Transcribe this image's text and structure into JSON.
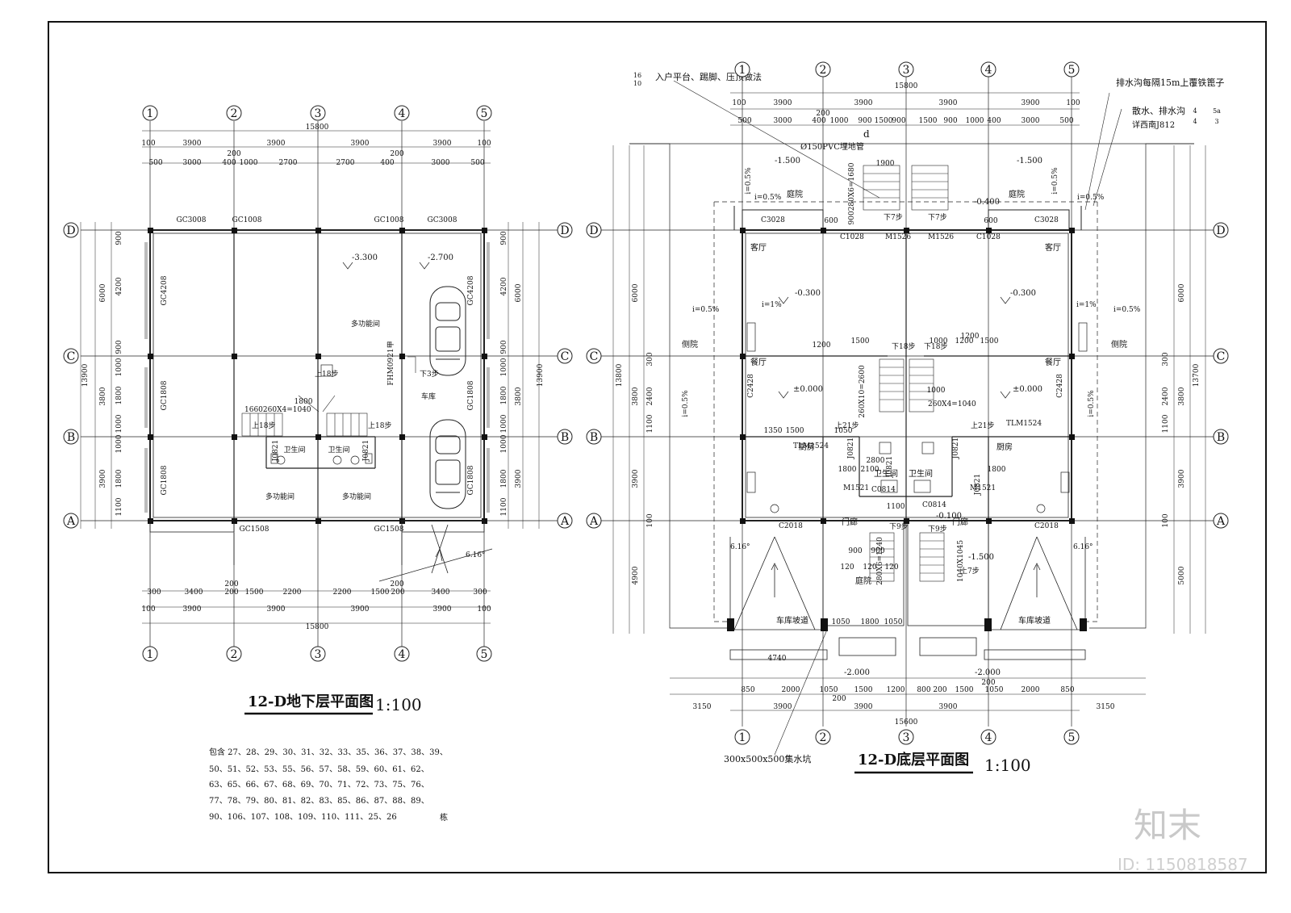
{
  "axes_numbers": [
    "1",
    "2",
    "3",
    "4",
    "5"
  ],
  "axes_letters": [
    "D",
    "C",
    "B",
    "A"
  ],
  "basement": {
    "title": "12-D地下层平面图",
    "scale": "1:100",
    "top_total": "15800",
    "top_row1": [
      "100",
      "3900",
      "3900",
      "3900",
      "3900",
      "100"
    ],
    "top_row2": [
      "500",
      "3000",
      "400",
      "1000",
      "2700",
      "2700",
      "400",
      "3000",
      "500"
    ],
    "top_mid_200a": "200",
    "top_mid_200b": "200",
    "bottom_row1": [
      "300",
      "3400",
      "200",
      "1500",
      "2200",
      "2200",
      "1500",
      "200",
      "3400",
      "300"
    ],
    "bottom_row2": [
      "100",
      "3900",
      "3900",
      "3900",
      "3900",
      "100"
    ],
    "bottom_total": "15800",
    "bottom_200a": "200",
    "bottom_200b": "200",
    "left_total": "13900",
    "left_dims_outer": [
      "6000",
      "3800",
      "3900"
    ],
    "left_dims_inner": [
      "900",
      "4200",
      "900",
      "1000",
      "1800",
      "1000",
      "1000",
      "1800",
      "1100"
    ],
    "right_total": "13900",
    "right_dims_outer": [
      "6000",
      "3800",
      "3900"
    ],
    "right_dims_inner": [
      "900",
      "4200",
      "900",
      "1000",
      "1800",
      "1000",
      "1000",
      "1800",
      "1100"
    ],
    "windows": [
      "GC3008",
      "GC1008",
      "GC1008",
      "GC3008",
      "GC4208",
      "GC4208",
      "GC1808",
      "GC1808",
      "GC1808",
      "GC1808",
      "GC1508",
      "GC1508"
    ],
    "rooms": [
      "多功能间",
      "车库",
      "卫生间",
      "卫生间",
      "多功能间",
      "多功能间"
    ],
    "levels": [
      "-3.300",
      "-2.700"
    ],
    "stair_note": "1660260X4=1040",
    "stair_1800": "1800",
    "steps": [
      "上18步",
      "上18步",
      "上18步",
      "下3步"
    ],
    "doors": [
      "FHM0921甲",
      "J0821",
      "J0821"
    ],
    "slope": "6.16°",
    "building_list_1": "包含 27、28、29、30、31、32、33、35、36、37、38、39、",
    "building_list_2": "50、51、52、53、55、56、57、58、59、60、61、62、",
    "building_list_3": "63、65、66、67、68、69、70、71、72、73、75、76、",
    "building_list_4": "77、78、79、80、81、82、83、85、86、87、88、89、",
    "building_list_5": "90、106、107、108、109、110、111、25、26",
    "building_unit": "栋"
  },
  "ground": {
    "title": "12-D底层平面图",
    "scale": "1:100",
    "top_total": "15800",
    "top_row1": [
      "100",
      "3900",
      "3900",
      "3900",
      "3900",
      "100"
    ],
    "top_row2": [
      "500",
      "3000",
      "400",
      "1000",
      "900",
      "1500",
      "900",
      "1500",
      "900",
      "1000",
      "400",
      "3000",
      "500"
    ],
    "top_200": "200",
    "bottom_row1": [
      "850",
      "2000",
      "1050",
      "1500",
      "1200",
      "800",
      "200",
      "1500",
      "1050",
      "2000",
      "850"
    ],
    "bottom_row2": [
      "3150",
      "3900",
      "3900",
      "3900",
      "3150"
    ],
    "bottom_total": "15600",
    "bottom_200a": "200",
    "bottom_200b": "200",
    "left_total": "13800",
    "left_dims_outer": [
      "6000",
      "3800",
      "3900",
      "4900"
    ],
    "left_dims_inner": [
      "300",
      "2400",
      "1100",
      "100"
    ],
    "right_total": "13700",
    "right_dims_outer": [
      "6000",
      "3800",
      "3900",
      "5000"
    ],
    "right_dims_inner": [
      "300",
      "2400",
      "1100",
      "100"
    ],
    "notes": [
      "入户平台、踢脚、压顶做法",
      "排水沟每隔15m上覆铁篦子",
      "散水、排水沟",
      "详西南J812",
      "Ø150PVC埋地管",
      "300x500x500集水坑"
    ],
    "detail_ref_1": "16",
    "detail_ref_2": "10",
    "detail_ref_3": "4",
    "detail_ref_4": "4",
    "detail_ref_5": "5a",
    "detail_ref_6": "3",
    "rooms": [
      "庭院",
      "庭院",
      "客厅",
      "客厅",
      "餐厅",
      "餐厅",
      "侧院",
      "侧院",
      "厨房",
      "厨房",
      "卫生间",
      "卫生间",
      "门廊",
      "门廊",
      "庭院",
      "车库坡道",
      "车库坡道"
    ],
    "levels": [
      "-1.500",
      "-1.500",
      "-0.300",
      "-0.300",
      "±0.000",
      "±0.000",
      "-0.400",
      "-0.100",
      "-1.500",
      "-2.000",
      "-2.000"
    ],
    "slopes": [
      "i=0.5%",
      "i=0.5%",
      "i=0.5%",
      "i=0.5%",
      "i=0.5%",
      "i=0.5%",
      "i=0.5%",
      "i=0.5%",
      "i=1%",
      "i=1%"
    ],
    "windows": [
      "C3028",
      "C1028",
      "C1028",
      "C3028",
      "C2428",
      "C2428",
      "TLM1524",
      "TLM1524",
      "C2018",
      "C2018",
      "C0814",
      "C0814"
    ],
    "doors": [
      "M1526",
      "M1526",
      "M1521",
      "M1521",
      "J0821",
      "J0821",
      "J0821",
      "J0821"
    ],
    "steps": [
      "下18步",
      "下18步",
      "上21步",
      "上21步",
      "下7步",
      "下7步",
      "下9步",
      "下9步",
      "上7步"
    ],
    "stair_notes": [
      "900280X6=1680",
      "260X10=2600",
      "260X4=1040",
      "280X6=1240",
      "1040X1045"
    ],
    "dims_misc": [
      "1500",
      "1000",
      "1200",
      "1500",
      "1350",
      "1500",
      "1050",
      "1800",
      "2100",
      "1800",
      "900",
      "900",
      "120",
      "120",
      "120",
      "1050",
      "1800",
      "1050",
      "4740",
      "1900",
      "600",
      "600",
      "1200",
      "1200",
      "1000",
      "2800",
      "1100"
    ],
    "slope": "6.16°",
    "section_mark": "d"
  },
  "watermark": {
    "brand": "知末",
    "id": "ID: 1150818587"
  }
}
